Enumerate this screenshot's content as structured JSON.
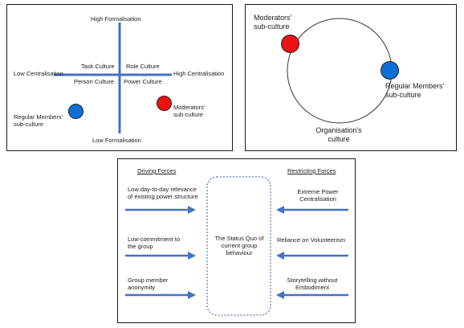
{
  "culture_grid": {
    "top_label": "High Formalisation",
    "bottom_label": "Low Formalisation",
    "left_label": "Low Centralisation",
    "right_label": "High Centralisation",
    "quadrants": {
      "top_left": "Task Culture",
      "top_right": "Role Culture",
      "bottom_left": "Person Culture",
      "bottom_right": "Power Culture"
    },
    "regular_members_label": "Regular Members' sub-culture",
    "moderators_label": "Moderators' sub-culture"
  },
  "circle_panel": {
    "moderators_label": "Moderators' sub-culture",
    "regular_members_label": "Regular Members' sub-culture",
    "organisation_label": "Organisation's culture"
  },
  "force_field": {
    "driving_heading": "Driving Forces",
    "restricting_heading": "Restricting Forces",
    "center_text": "The Status Quo of current group behaviour",
    "driving_forces": [
      "Low day-to-day relevance of existing power structure",
      "Low commitment to the group",
      "Group member anonymity"
    ],
    "restricting_forces": [
      "Extreme Power Centralisation",
      "Reliance on Volunteerism",
      "Storytelling without Embodiment"
    ]
  },
  "colors": {
    "axis": "#4472c4",
    "regular_members_dot": "#0c6fd8",
    "moderators_dot": "#ee1111"
  }
}
